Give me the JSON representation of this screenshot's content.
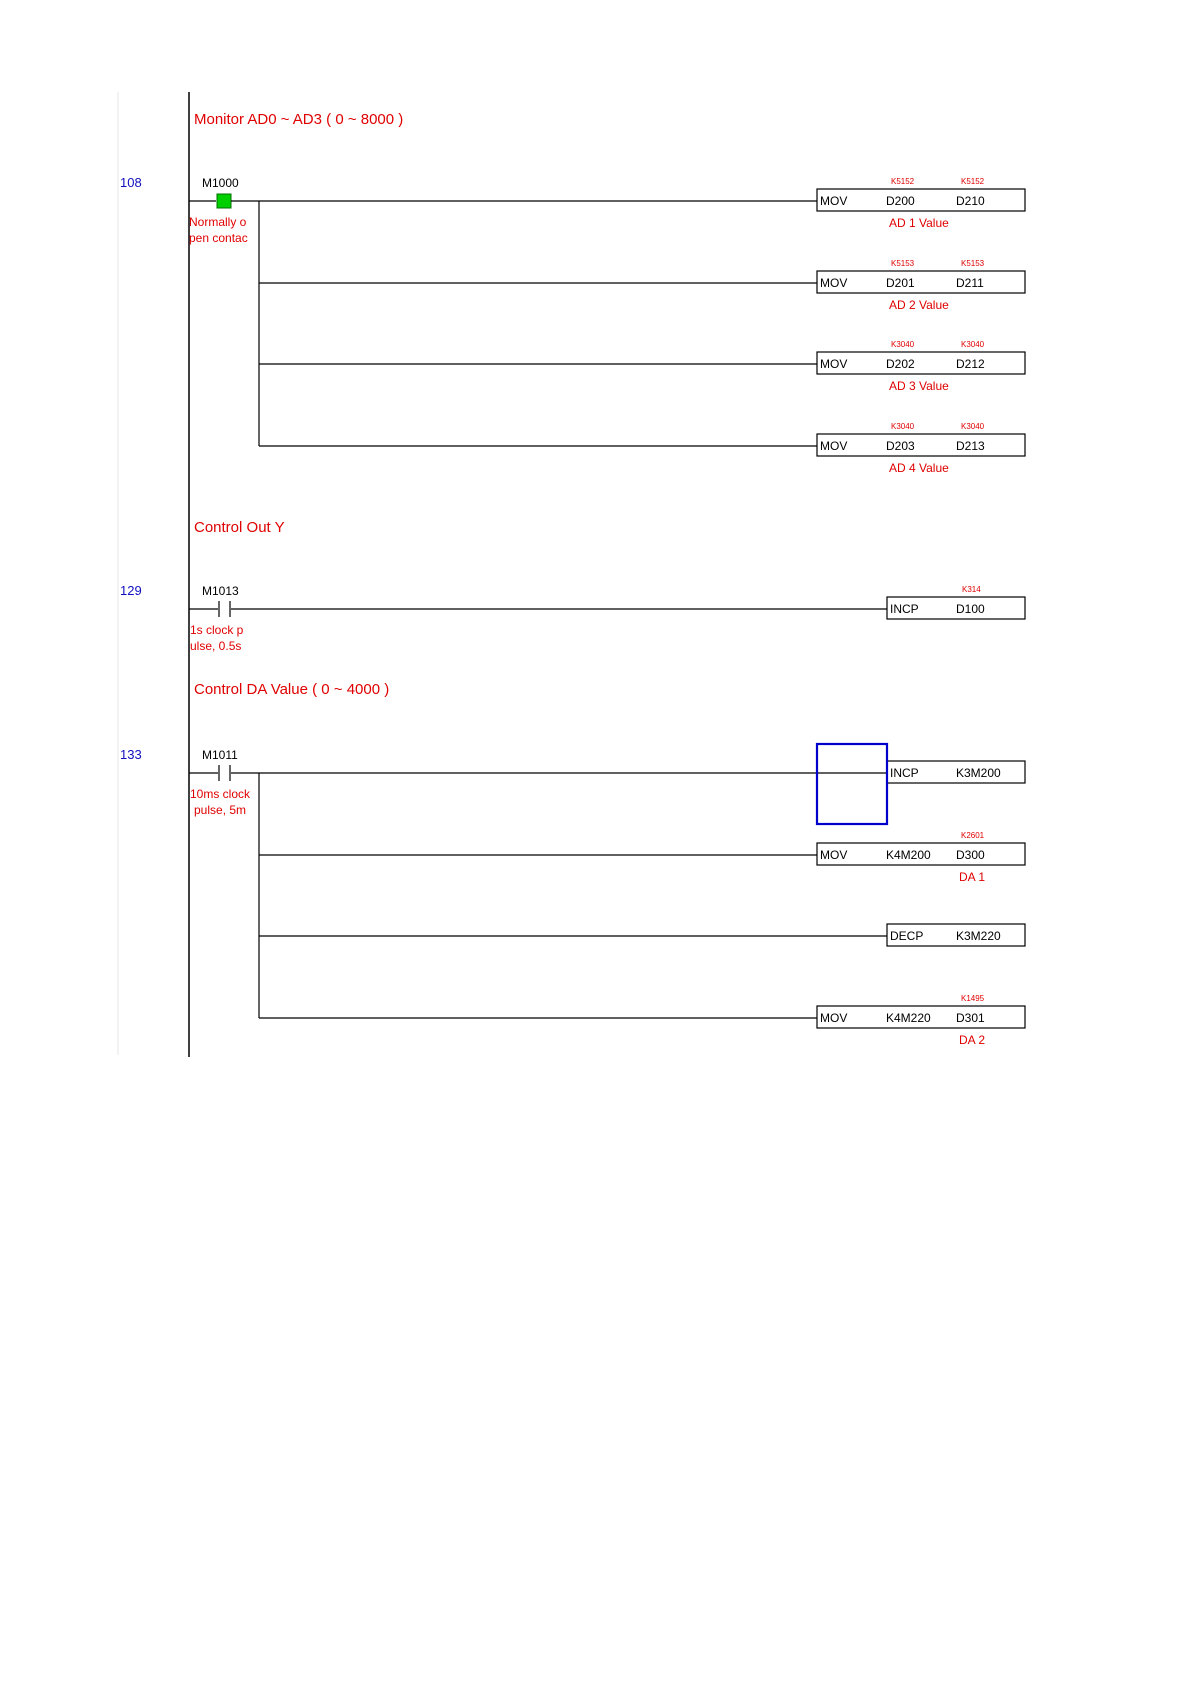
{
  "colors": {
    "comment": "#e00000",
    "step_number": "#1010c0",
    "rail": "#000000",
    "contact_active": "#00d000",
    "selection": "#0000cc"
  },
  "comments": [
    "Monitor AD0 ~ AD3 ( 0 ~ 8000 )",
    "Control Out Y",
    "Control DA Value ( 0 ~ 4000 )"
  ],
  "networks": [
    {
      "step": "108",
      "contact": {
        "label": "M1000",
        "note_lines": [
          "Normally o",
          "pen contac"
        ],
        "state": "energized"
      },
      "rungs": [
        {
          "instruction": "MOV",
          "op1": "D200",
          "op2": "D210",
          "mon1": "K5152",
          "mon2": "K5152",
          "device_comment": "AD 1 Value"
        },
        {
          "instruction": "MOV",
          "op1": "D201",
          "op2": "D211",
          "mon1": "K5153",
          "mon2": "K5153",
          "device_comment": "AD 2 Value"
        },
        {
          "instruction": "MOV",
          "op1": "D202",
          "op2": "D212",
          "mon1": "K3040",
          "mon2": "K3040",
          "device_comment": "AD 3 Value"
        },
        {
          "instruction": "MOV",
          "op1": "D203",
          "op2": "D213",
          "mon1": "K3040",
          "mon2": "K3040",
          "device_comment": "AD 4 Value"
        }
      ]
    },
    {
      "step": "129",
      "contact": {
        "label": "M1013",
        "note_lines": [
          "1s clock p",
          "ulse, 0.5s"
        ],
        "state": "open"
      },
      "rungs": [
        {
          "instruction": "INCP",
          "op1": "D100",
          "mon1": "K314"
        }
      ]
    },
    {
      "step": "133",
      "contact": {
        "label": "M1011",
        "note_lines": [
          "10ms clock",
          "pulse, 5m"
        ],
        "state": "open"
      },
      "rungs": [
        {
          "instruction": "INCP",
          "op1": "K3M200"
        },
        {
          "instruction": "MOV",
          "op1": "K4M200",
          "op2": "D300",
          "mon2": "K2601",
          "device_comment": "DA 1"
        },
        {
          "instruction": "DECP",
          "op1": "K3M220"
        },
        {
          "instruction": "MOV",
          "op1": "K4M220",
          "op2": "D301",
          "mon2": "K1495",
          "device_comment": "DA 2"
        }
      ]
    }
  ]
}
